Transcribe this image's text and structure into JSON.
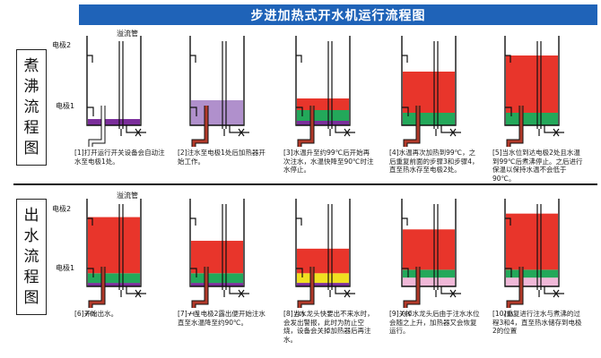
{
  "title": "步进加热式开水机运行流程图",
  "sections": [
    {
      "name": "煮沸流程图",
      "chars": [
        "煮",
        "沸",
        "流",
        "程",
        "图"
      ]
    },
    {
      "name": "出水流程图",
      "chars": [
        "出",
        "水",
        "流",
        "程",
        "图"
      ]
    }
  ],
  "labels": {
    "electrode2": "电极2",
    "electrode1": "电极1",
    "overflow": "溢流管"
  },
  "colors": {
    "hot_water": "#e8352b",
    "cold_water": "#7b2e9b",
    "mid_water": "#23a85a",
    "yellow_water": "#f0e020",
    "pink_water": "#f0b8d8",
    "lavender_water": "#b090cc",
    "pipe": "#b23a2a",
    "title_bg": "#1f63b8"
  },
  "top_steps": [
    {
      "caption": "[1]打开运行开关设备会自动注水至电极1处。",
      "layers": [
        [
          "cold_water",
          0.07
        ]
      ],
      "hot_pipe": false
    },
    {
      "caption": "[2]注水至电极1处后加热器开始工作。",
      "layers": [
        [
          "lavender_water",
          0.28
        ]
      ],
      "hot_pipe": true
    },
    {
      "caption": "[3]水温升至约99℃后开始再次注水，水温快降至90℃时注水停止。",
      "layers": [
        [
          "cold_water",
          0.05
        ],
        [
          "mid_water",
          0.12
        ],
        [
          "hot_water",
          0.13
        ]
      ],
      "hot_pipe": true
    },
    {
      "caption": "[4]水温再次加热到99℃，之后重复前面的步骤3和步骤4，直至热水存至电极2处。",
      "layers": [
        [
          "mid_water",
          0.14
        ],
        [
          "hot_water",
          0.46
        ]
      ],
      "hot_pipe": true
    },
    {
      "caption": "[5]当水位到达电极2处且水温到99℃后煮沸停止。之后进行保温以保持水温不会低于90℃。",
      "layers": [
        [
          "mid_water",
          0.14
        ],
        [
          "hot_water",
          0.64
        ]
      ],
      "hot_pipe": true
    }
  ],
  "bottom_steps": [
    {
      "caption": "[6]开始出水。",
      "layers": [
        [
          "cold_water",
          0.04
        ],
        [
          "mid_water",
          0.11
        ],
        [
          "hot_water",
          0.64
        ]
      ],
      "hot_pipe": true
    },
    {
      "caption": "[7]一旦电极2露出便开始注水直至水温降至约90℃。",
      "layers": [
        [
          "cold_water",
          0.04
        ],
        [
          "mid_water",
          0.11
        ],
        [
          "hot_water",
          0.37
        ]
      ],
      "hot_pipe": true
    },
    {
      "caption": "[8]当水龙头快要出不来水时，会发出警报，此时为防止空烧，设备会关掉加热器后再注水。",
      "layers": [
        [
          "cold_water",
          0.04
        ],
        [
          "yellow_water",
          0.11
        ],
        [
          "hot_water",
          0.28
        ]
      ],
      "hot_pipe": true
    },
    {
      "caption": "[9]关掉水龙头后由于注水水位会随之上升，加热器又会恢复运行。",
      "layers": [
        [
          "pink_water",
          0.1
        ],
        [
          "mid_water",
          0.09
        ],
        [
          "hot_water",
          0.46
        ]
      ],
      "hot_pipe": true
    },
    {
      "caption": "[10]重复进行注水与煮沸的过程3和4，直至热水储存到电极2的位置",
      "layers": [
        [
          "pink_water",
          0.1
        ],
        [
          "mid_water",
          0.09
        ],
        [
          "hot_water",
          0.64
        ]
      ],
      "hot_pipe": true
    }
  ]
}
